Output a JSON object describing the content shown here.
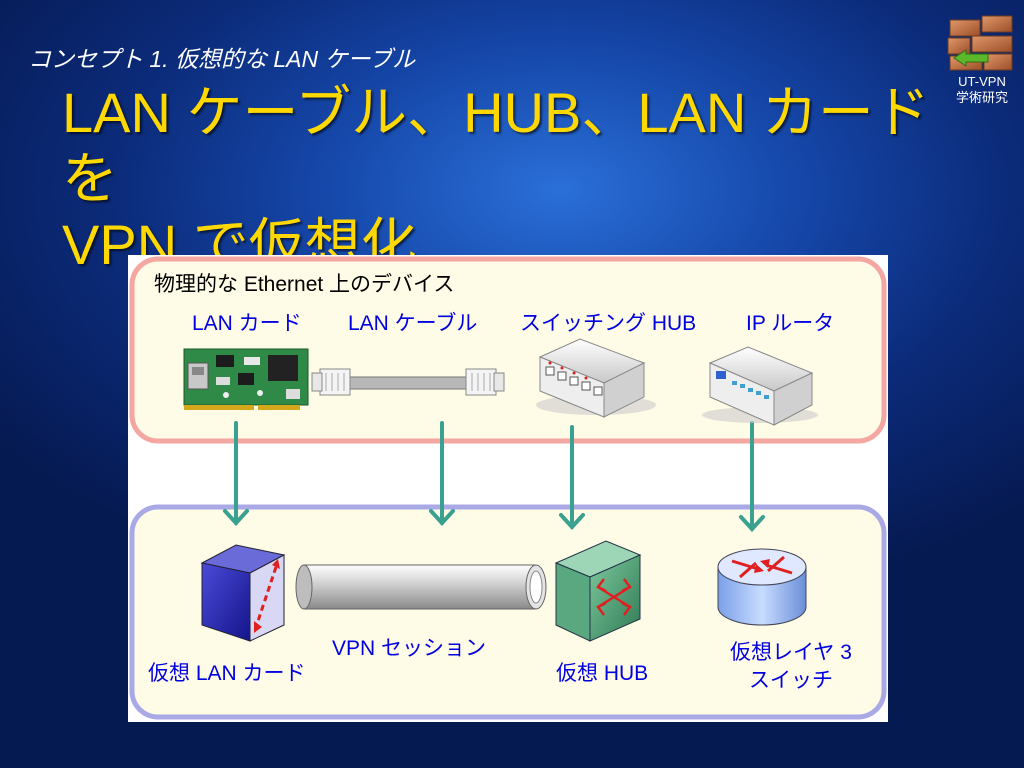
{
  "slide": {
    "subtitle": "コンセプト 1. 仮想的な LAN ケーブル",
    "title_line1": "LAN ケーブル、HUB、LAN カードを",
    "title_line2": "VPN で仮想化"
  },
  "logo": {
    "line1": "UT-VPN",
    "line2": "学術研究"
  },
  "physical": {
    "heading": "物理的な Ethernet 上のデバイス",
    "items": [
      {
        "label": "LAN カード",
        "icon": "lan-card-icon"
      },
      {
        "label": "LAN ケーブル",
        "icon": "lan-cable-icon"
      },
      {
        "label": "スイッチング HUB",
        "icon": "switching-hub-icon"
      },
      {
        "label": "IP ルータ",
        "icon": "ip-router-icon"
      }
    ]
  },
  "virtual": {
    "items": [
      {
        "label": "仮想 LAN カード",
        "icon": "virtual-lan-card-icon"
      },
      {
        "label": "VPN セッション",
        "icon": "vpn-session-tube-icon"
      },
      {
        "label": "仮想 HUB",
        "icon": "virtual-hub-icon"
      },
      {
        "label_line1": "仮想レイヤ 3",
        "label_line2": "スイッチ",
        "icon": "virtual-l3-switch-icon"
      }
    ]
  },
  "colors": {
    "title": "#ffd800",
    "label": "#0000e0",
    "physical_border": "#f4a6a0",
    "virtual_border": "#a9a9e6",
    "box_fill": "#fefbe6",
    "arrow": "#3aa08f"
  }
}
